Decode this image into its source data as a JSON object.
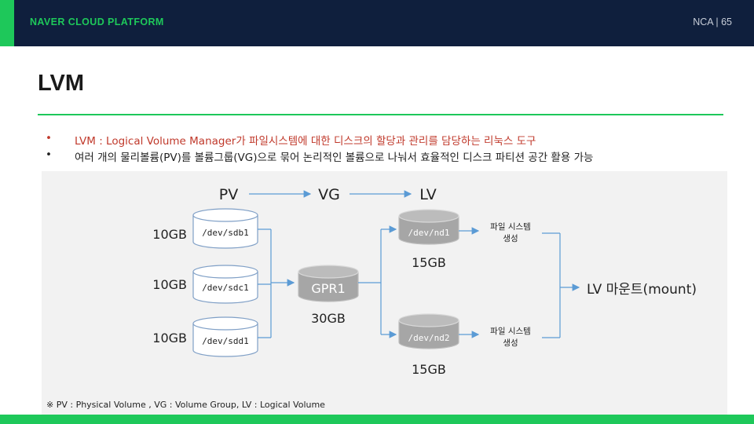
{
  "header": {
    "brand": "NAVER CLOUD PLATFORM",
    "page_label": "NCA  |  65"
  },
  "title": "LVM",
  "bullets": [
    {
      "marker": "•",
      "text": "LVM : Logical Volume Manager가 파일시스템에 대한 디스크의 할당과 관리를 담당하는 리눅스 도구"
    },
    {
      "marker": "•",
      "text": "여러 개의 물리볼륨(PV)를 볼륨그룹(VG)으로 묶어 논리적인 볼륨으로 나눠서 효율적인 디스크 파티션 공간 활용 가능"
    }
  ],
  "diagram": {
    "flow": {
      "pv": "PV",
      "vg": "VG",
      "lv": "LV"
    },
    "pvs": [
      {
        "size": "10GB",
        "device": "/dev/sdb1"
      },
      {
        "size": "10GB",
        "device": "/dev/sdc1"
      },
      {
        "size": "10GB",
        "device": "/dev/sdd1"
      }
    ],
    "vg": {
      "name": "GPR1",
      "size": "30GB"
    },
    "lvs": [
      {
        "device": "/dev/nd1",
        "size": "15GB",
        "fs_line1": "파일 시스템",
        "fs_line2": "생성"
      },
      {
        "device": "/dev/nd2",
        "size": "15GB",
        "fs_line1": "파일 시스템",
        "fs_line2": "생성"
      }
    ],
    "mount": "LV 마운트(mount)",
    "footnote": "※ PV : Physical Volume , VG : Volume Group, LV : Logical Volume"
  },
  "colors": {
    "header_bg": "#0f1f3d",
    "accent_green": "#1ec85a",
    "bullet_red": "#c0392b",
    "connector_blue": "#5b9bd5",
    "cylinder_gray": "#a6a6a6"
  }
}
